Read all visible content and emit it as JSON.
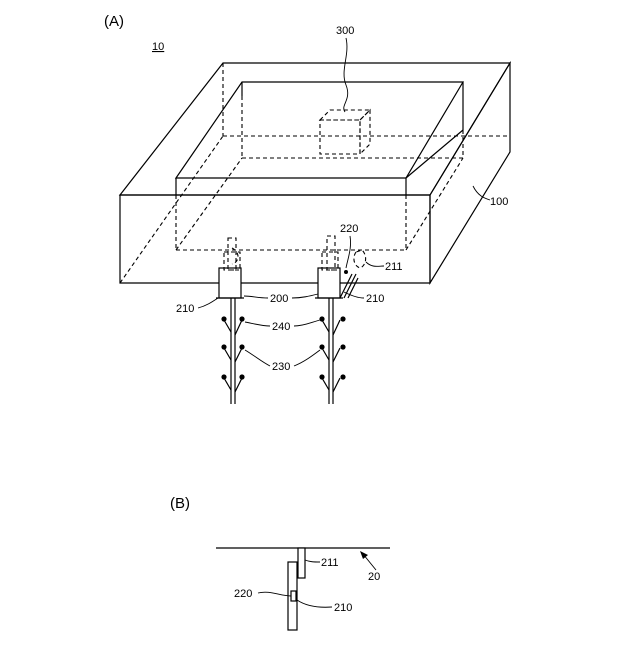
{
  "panels": {
    "a": "(A)",
    "b": "(B)"
  },
  "labels": {
    "system": "10",
    "housing": "100",
    "module": "300",
    "sensor": "220",
    "part_211": "211",
    "base": "200",
    "part_210": "210",
    "branch": "240",
    "stem": "230",
    "ref_20": "20"
  }
}
